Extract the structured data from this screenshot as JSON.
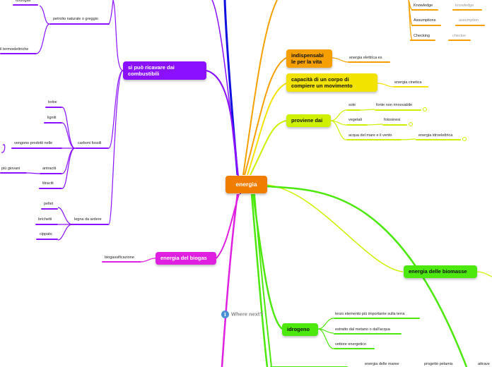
{
  "map": {
    "central": "energia",
    "colors": {
      "central": "#f07c00",
      "orange": "#f5a000",
      "yellow": "#f2e300",
      "lime": "#cff000",
      "green": "#4de80d",
      "purple": "#8a10ff",
      "magenta": "#e020e0",
      "blue": "#1010e0"
    },
    "indispensabile": {
      "label": "indispensabi le per la vita",
      "child": "energia elettrica es"
    },
    "capacita": {
      "label": "capacità di un corpo di compiere un movimento",
      "child": "energia cinetica"
    },
    "proviene": {
      "label": "proviene dai",
      "rows": [
        {
          "key": "sole",
          "value": "fonte non rinnovabile"
        },
        {
          "key": "vegetali",
          "value": "fotosinesi"
        },
        {
          "key": "acqua del mare e il vento",
          "value": "energia idroelettrica"
        }
      ]
    },
    "top_right": [
      {
        "key": "Knowledge",
        "value": "knowledge"
      },
      {
        "key": "Assumptions",
        "value": "assumption"
      },
      {
        "key": "Checking",
        "value": "checker"
      }
    ],
    "biomasse": {
      "label": "energia delle biomasse"
    },
    "idrogeno": {
      "label": "idrogeno",
      "children": [
        "terzo elemento più importante sulla terra",
        "estratto dal metano o dall'acqua",
        "vettore energetico"
      ]
    },
    "bottom_edge": [
      "energia delle maree",
      "progetto pelamis",
      "attrave"
    ],
    "combustibili": {
      "label": "si può ricavare dai combustibili",
      "top": [
        "turbogas",
        "petrolio naturale o greggio",
        "il termoelettriche"
      ],
      "carboni": {
        "label": "carboni fossili",
        "children": [
          "torbe",
          "ligniti",
          "vengono prodotti nelle",
          "antraciti",
          "litraciti"
        ],
        "extra": "più giovani"
      },
      "legna": {
        "label": "legna da ardere",
        "children": [
          "pellet",
          "brichetti",
          "cippato"
        ]
      }
    },
    "biogas": {
      "label": "energia del biogas",
      "child": "biogassificazione"
    },
    "where_next": "Where next?"
  }
}
